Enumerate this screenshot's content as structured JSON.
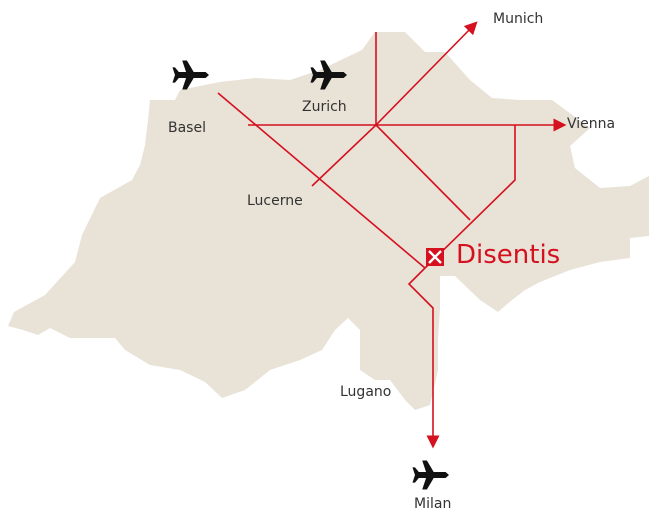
{
  "colors": {
    "background": "#ffffff",
    "land": "#e9e2d7",
    "route": "#d5101f",
    "label_text": "#333333",
    "plane": "#111111"
  },
  "destination": {
    "name": "Disentis",
    "marker_icon": "destination-cross-icon"
  },
  "cities": {
    "munich": "Munich",
    "vienna": "Vienna",
    "basel": "Basel",
    "zurich": "Zurich",
    "lucerne": "Lucerne",
    "lugano": "Lugano",
    "milan": "Milan"
  },
  "airports": [
    {
      "city": "Basel",
      "icon": "airplane-icon"
    },
    {
      "city": "Zurich",
      "icon": "airplane-icon"
    },
    {
      "city": "Milan",
      "icon": "airplane-icon"
    }
  ]
}
